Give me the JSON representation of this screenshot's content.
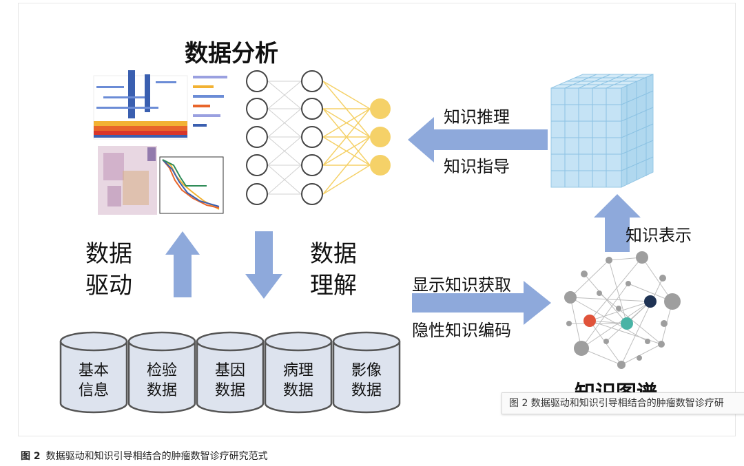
{
  "diagram": {
    "title": "数据分析",
    "left_label_line1": "数据",
    "left_label_line2": "驱动",
    "right_label_line1": "数据",
    "right_label_line2": "理解",
    "arrow_top_label1": "知识推理",
    "arrow_top_label2": "知识指导",
    "arrow_bottom_label1": "显示知识获取",
    "arrow_bottom_label2": "隐性知识编码",
    "arrow_up_label": "知识表示",
    "graph_label": "知识图谱",
    "databases": [
      {
        "line1": "基本",
        "line2": "信息"
      },
      {
        "line1": "检验",
        "line2": "数据"
      },
      {
        "line1": "基因",
        "line2": "数据"
      },
      {
        "line1": "病理",
        "line2": "数据"
      },
      {
        "line1": "影像",
        "line2": "数据"
      }
    ],
    "colors": {
      "arrow": "#8ea9db",
      "neuron_yellow": "#f5d168",
      "cylinder_fill": "#dde3ee",
      "cube": "#a8d4ee"
    }
  },
  "tooltip": "图 2 数据驱动和知识引导相结合的肿瘤数智诊疗研",
  "caption": {
    "label": "图 2",
    "text": "数据驱动和知识引导相结合的肿瘤数智诊疗研究范式"
  }
}
